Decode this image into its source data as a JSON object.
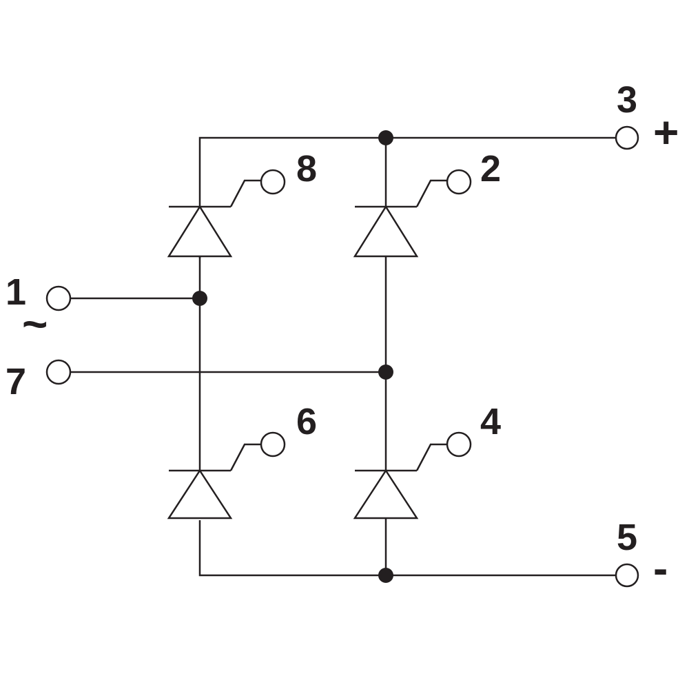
{
  "terminals": {
    "t1": "1",
    "t2": "2",
    "t3": "3",
    "t4": "4",
    "t5": "5",
    "t6": "6",
    "t7": "7",
    "t8": "8"
  },
  "symbols": {
    "ac": "~",
    "plus": "+",
    "minus": "-"
  },
  "colors": {
    "ink": "#231f20",
    "background": "#ffffff"
  }
}
